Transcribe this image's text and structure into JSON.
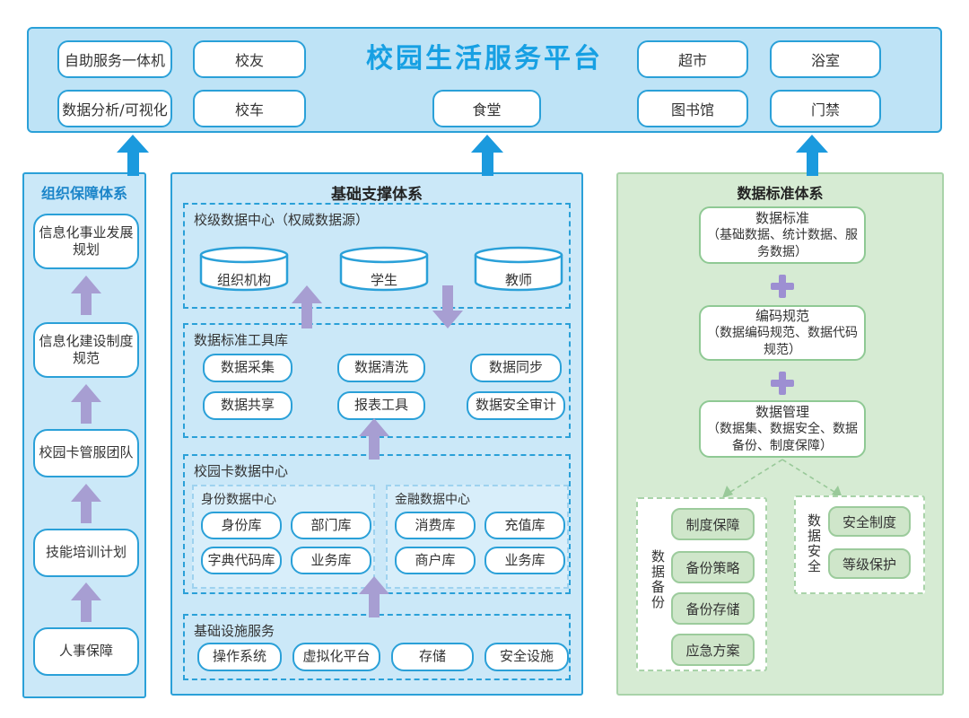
{
  "colors": {
    "accent_blue": "#17a0e3",
    "border_blue": "#2aa0d8",
    "banner_bg": "#bee3f6",
    "blue_column_bg": "#cbe8f8",
    "green_column_bg": "#d6ebd3",
    "green_border": "#8fc994",
    "green_box_bg": "#cfe6ca",
    "purple_arrow": "#a79ed2",
    "blue_arrow": "#1b9ade",
    "text": "#333333"
  },
  "banner": {
    "title": "校园生活服务平台",
    "items": [
      "自助服务一体机",
      "校友",
      "超市",
      "浴室",
      "数据分析/可视化",
      "校车",
      "食堂",
      "图书馆",
      "门禁"
    ]
  },
  "left_column": {
    "title": "组织保障体系",
    "items": [
      "信息化事业发展\n规划",
      "信息化建设制度\n规范",
      "校园卡管服团队",
      "技能培训计划",
      "人事保障"
    ]
  },
  "middle_column": {
    "title": "基础支撑体系",
    "sections": [
      {
        "label": "校级数据中心（权威数据源）",
        "databases": [
          "组织机构",
          "学生",
          "教师"
        ]
      },
      {
        "label": "数据标准工具库",
        "tools": [
          "数据采集",
          "数据清洗",
          "数据同步",
          "数据共享",
          "报表工具",
          "数据安全审计"
        ]
      },
      {
        "label": "校园卡数据中心",
        "subsections": [
          {
            "label": "身份数据中心",
            "items": [
              "身份库",
              "部门库",
              "字典代码库",
              "业务库"
            ]
          },
          {
            "label": "金融数据中心",
            "items": [
              "消费库",
              "充值库",
              "商户库",
              "业务库"
            ]
          }
        ]
      },
      {
        "label": "基础设施服务",
        "items": [
          "操作系统",
          "虚拟化平台",
          "存储",
          "安全设施"
        ]
      }
    ]
  },
  "right_column": {
    "title": "数据标准体系",
    "stack": [
      {
        "name": "数据标准",
        "detail": "（基础数据、统计数据、服务数据）"
      },
      {
        "name": "编码规范",
        "detail": "（数据编码规范、数据代码规范）"
      },
      {
        "name": "数据管理",
        "detail": "（数据集、数据安全、数据备份、制度保障）"
      }
    ],
    "groups": [
      {
        "label": "数据备份",
        "items": [
          "制度保障",
          "备份策略",
          "备份存储",
          "应急方案"
        ]
      },
      {
        "label": "数据安全",
        "items": [
          "安全制度",
          "等级保护"
        ]
      }
    ]
  }
}
